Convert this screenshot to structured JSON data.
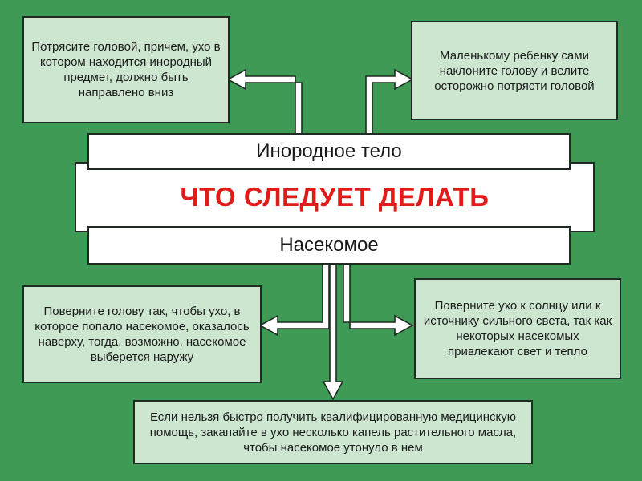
{
  "diagram": {
    "title": "ЧТО СЛЕДУЕТ ДЕЛАТЬ",
    "foreign_body_label": "Инородное тело",
    "insect_label": "Насекомое",
    "boxes": {
      "shake_head": "Потрясите головой, причем, ухо в котором находится инородный предмет, должно быть направлено вниз",
      "small_child": "Маленькому ребенку сами наклоните голову и велите осторожно потрясти головой",
      "turn_head": "Поверните голову так, чтобы ухо, в которое попало насекомое, оказалось наверху, тогда, возможно, насекомое выберется наружу",
      "turn_to_light": "Поверните ухо к солнцу или к источнику сильного света, так как некоторых насекомых привлекают свет и тепло",
      "oil_drops": "Если нельзя быстро получить квалифицированную медицинскую помощь, закапайте в ухо несколько капель растительного масла, чтобы насекомое утонуло в нем"
    }
  },
  "colors": {
    "background": "#3f9a55",
    "box_fill": "#cde6cf",
    "title_red": "#e21a1a"
  }
}
